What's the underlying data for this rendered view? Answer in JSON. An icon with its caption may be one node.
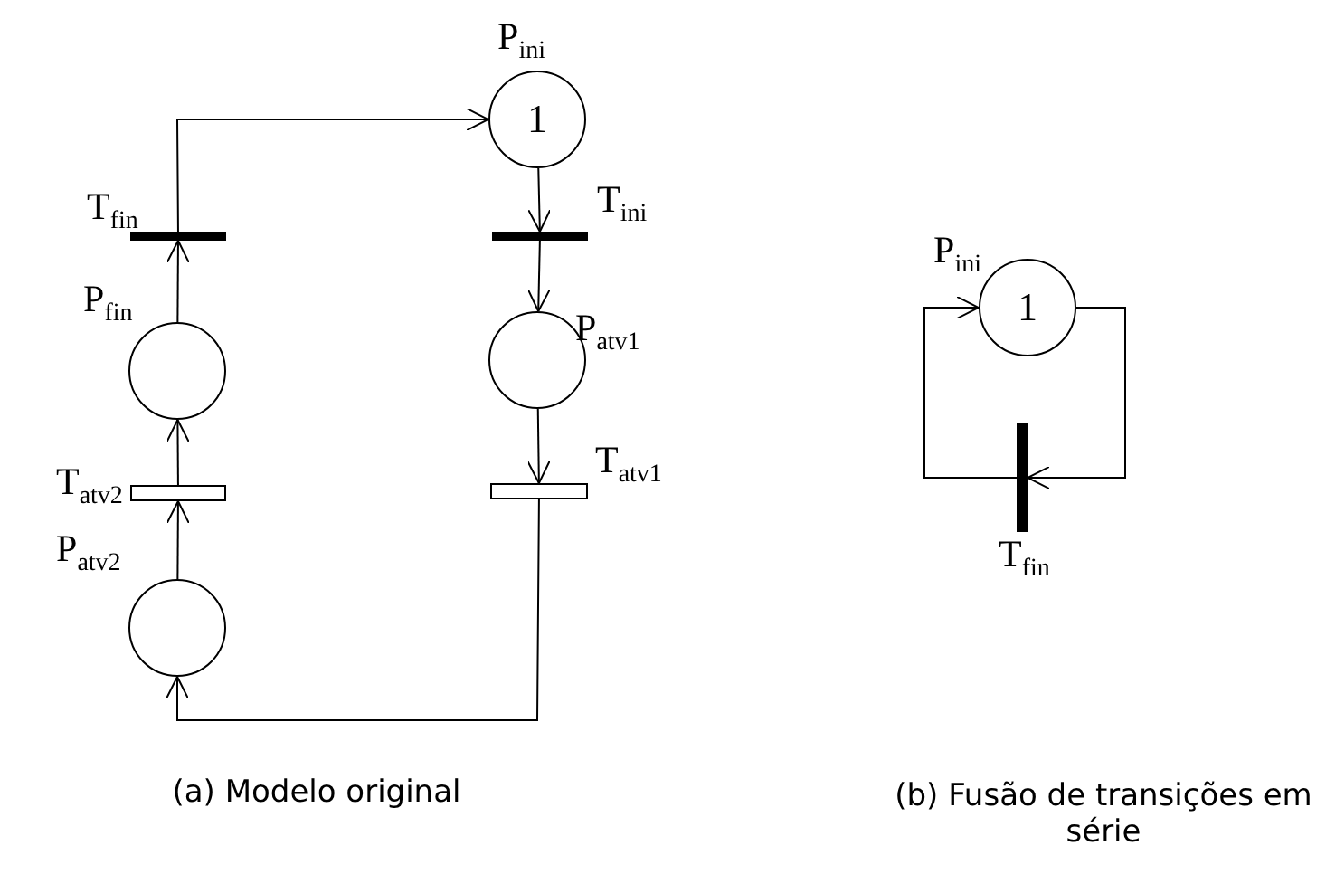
{
  "diagram": {
    "nodes": [
      {
        "text": [
          "1"
        ],
        "beside": [
          "P$_{ini}$"
        ]
      },
      {
        "text": [],
        "shape": "bar",
        "beside": [
          "T$_{fin}$"
        ]
      },
      {
        "text": [],
        "shape": "bar",
        "beside": [
          "T$_{ini}$"
        ]
      },
      {
        "text": [],
        "shape": "circle",
        "beside": [
          "P$_{fin}$"
        ]
      },
      {
        "text": [],
        "shape": "circle",
        "beside": [
          "P$_{atv1}$"
        ]
      },
      {
        "text": [],
        "shape": "box",
        "beside": [
          "T$_{atv2}$"
        ]
      },
      {
        "text": [],
        "shape": "box",
        "beside": [
          "T$_{atv1}$"
        ]
      },
      {
        "text": [],
        "shape": "circle",
        "beside": [
          "P$_{atv2}$"
        ]
      },
      {
        "text": [
          "1"
        ],
        "beside": [
          "P$_{ini}$"
        ]
      },
      {
        "text": [],
        "shape": "bar",
        "beside": [
          "T$_{fin}$"
        ]
      }
    ],
    "edges": [
      {
        "from": 0,
        "to": 2,
        "arrow": "to"
      },
      {
        "from": 2,
        "to": 4,
        "arrow": "to"
      },
      {
        "from": 4,
        "to": 6,
        "arrow": "to"
      },
      {
        "from": 6,
        "to": 7,
        "arrow": "to"
      },
      {
        "from": 7,
        "to": 5,
        "arrow": "to"
      },
      {
        "from": 5,
        "to": 3,
        "arrow": "to"
      },
      {
        "from": 3,
        "to": 1,
        "arrow": "to"
      },
      {
        "from": 1,
        "to": 0,
        "arrow": "to"
      },
      {
        "from": 8,
        "to": 9,
        "arrow": "to"
      },
      {
        "from": 9,
        "to": 8,
        "arrow": "to"
      }
    ],
    "labels": [
      "(a) Modelo original",
      "(b) Fusão de transições em série"
    ]
  }
}
